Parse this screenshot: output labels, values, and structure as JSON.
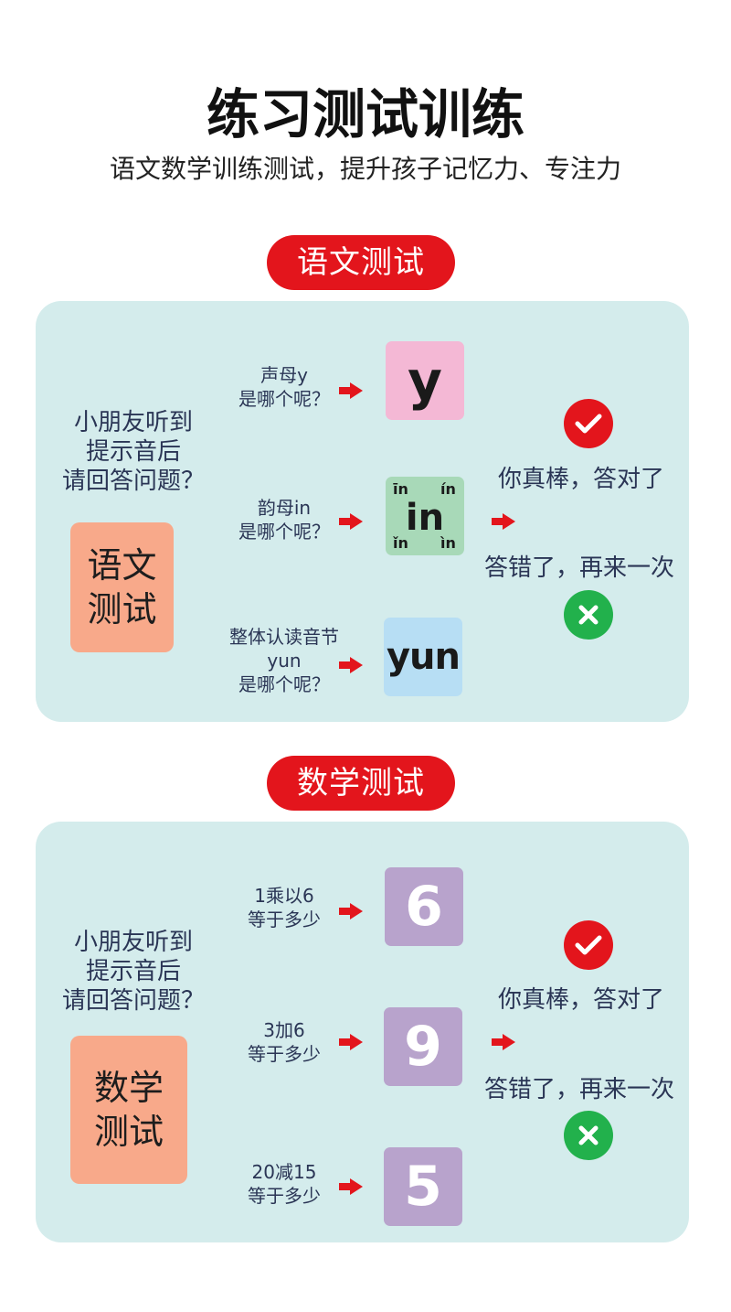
{
  "header": {
    "title": "练习测试训练",
    "subtitle": "语文数学训练测试，提升孩子记忆力、专注力"
  },
  "sections": [
    {
      "pill": "语文测试",
      "prompt_lines": [
        "小朋友听到",
        "提示音后",
        "请回答问题？"
      ],
      "tag_lines": [
        "语文",
        "测试"
      ],
      "questions": [
        {
          "lines": [
            "声母y",
            "是哪个呢？"
          ],
          "answer": "y"
        },
        {
          "lines": [
            "韵母in",
            "是哪个呢？"
          ],
          "answer": "in",
          "tones": [
            "īn",
            "ín",
            "ǐn",
            "ìn"
          ]
        },
        {
          "lines": [
            "整体认读音节",
            "yun",
            "是哪个呢？"
          ],
          "answer": "yun"
        }
      ],
      "correct_text": "你真棒，答对了",
      "wrong_text": "答错了，再来一次"
    },
    {
      "pill": "数学测试",
      "prompt_lines": [
        "小朋友听到",
        "提示音后",
        "请回答问题？"
      ],
      "tag_lines": [
        "数学",
        "测试"
      ],
      "questions": [
        {
          "lines": [
            "1乘以6",
            "等于多少"
          ],
          "answer": "6"
        },
        {
          "lines": [
            "3加6",
            "等于多少"
          ],
          "answer": "9"
        },
        {
          "lines": [
            "20减15",
            "等于多少"
          ],
          "answer": "5"
        }
      ],
      "correct_text": "你真棒，答对了",
      "wrong_text": "答错了，再来一次"
    }
  ],
  "colors": {
    "accent_red": "#e3151c",
    "panel_bg": "#d4ecec",
    "tag_bg": "#f8a98a",
    "card_pink": "#f4b8d5",
    "card_green": "#a8d9b8",
    "card_blue": "#b7def4",
    "card_purple": "#b8a3cc",
    "correct_badge": "#e3151c",
    "wrong_badge": "#22b14c"
  },
  "icons": {
    "correct": "check-icon",
    "wrong": "cross-icon",
    "arrow": "right-arrow-icon"
  }
}
